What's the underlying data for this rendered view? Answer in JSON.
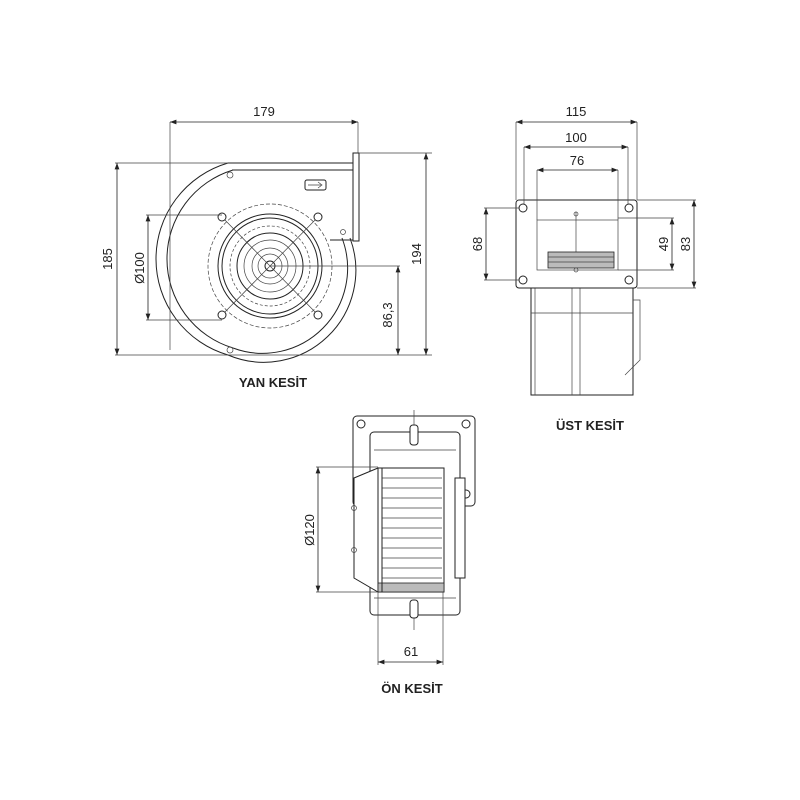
{
  "views": {
    "side": {
      "title": "YAN KESİT",
      "dims": {
        "width": "179",
        "height_left": "185",
        "height_right": "194",
        "diameter": "Ø100",
        "center_height": "86,3"
      }
    },
    "top": {
      "title": "ÜST KESİT",
      "dims": {
        "outer_width": "115",
        "hole_spacing": "100",
        "outlet_width": "76",
        "hole_vertical": "68",
        "outlet_height": "49",
        "plate_height": "83"
      }
    },
    "front": {
      "title": "ÖN KESİT",
      "dims": {
        "diameter": "Ø120",
        "wheel_width": "61"
      }
    }
  },
  "colors": {
    "line": "#222222",
    "background": "#ffffff"
  }
}
